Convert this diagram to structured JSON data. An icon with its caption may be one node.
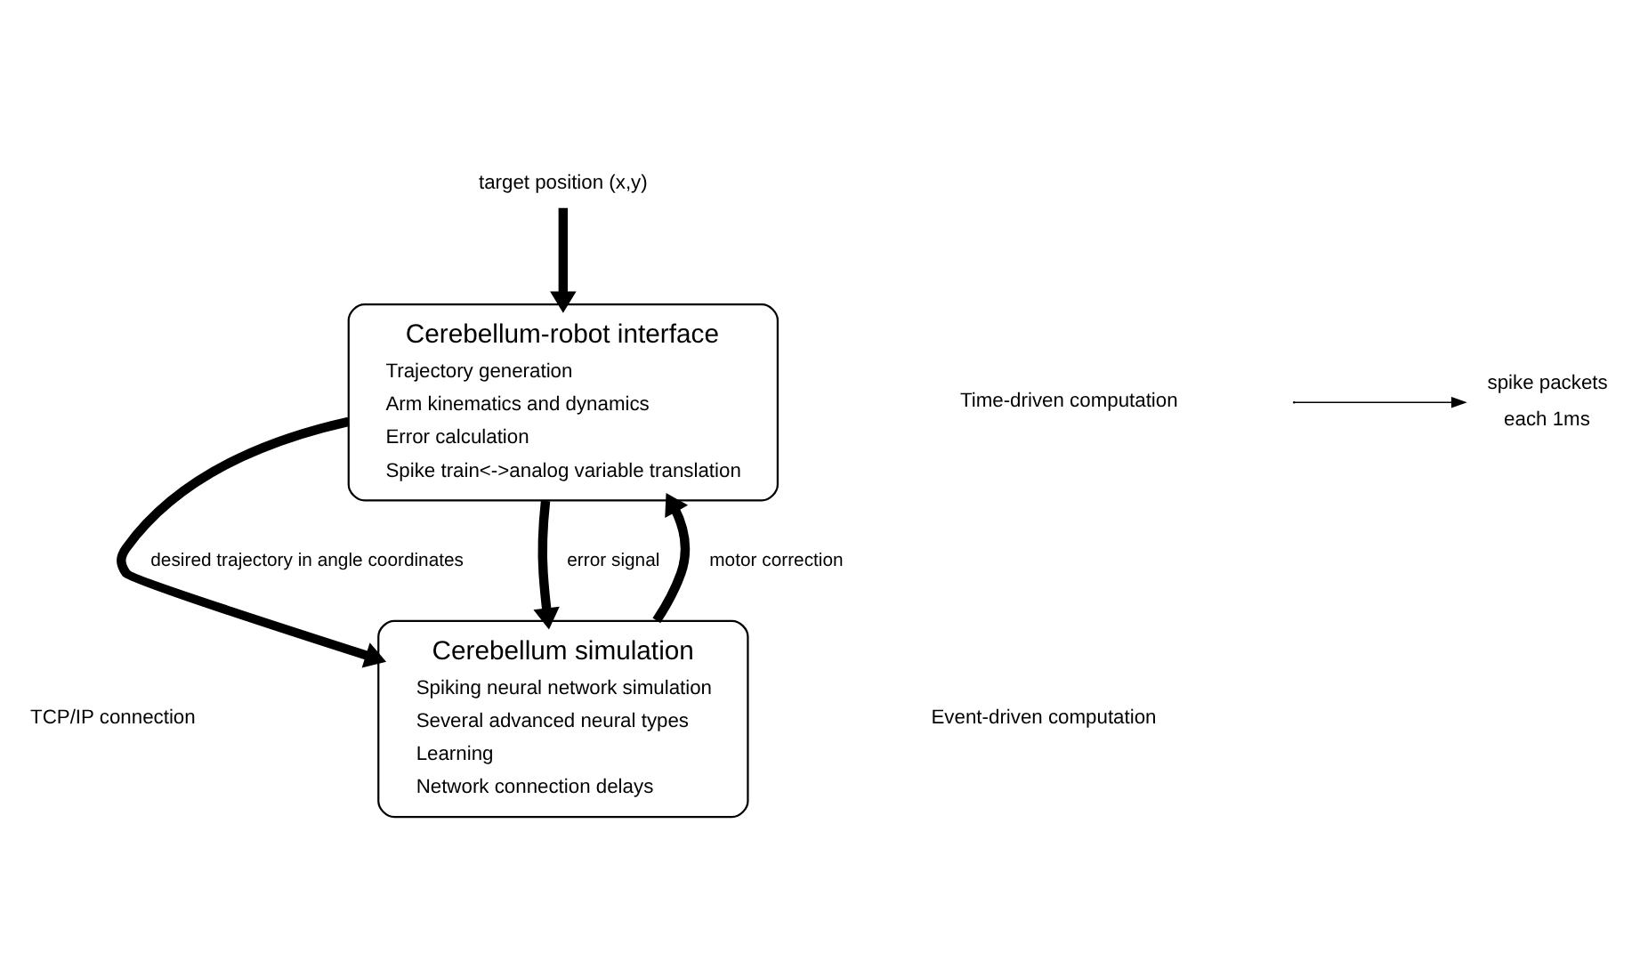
{
  "diagram": {
    "nodes": [
      {
        "text": [
          "target position (x,y)"
        ]
      },
      {
        "text": [
          "Cerebellum-robot interface",
          "Trajectory generation",
          "Arm kinematics and dynamics",
          "Error calculation",
          "Spike train<->analog variable translation"
        ]
      },
      {
        "text": [
          "Cerebellum simulation",
          "Spiking neural network simulation",
          "Several advanced neural types",
          "Learning",
          "Network connection delays"
        ]
      },
      {
        "text": [
          "spike packets",
          "each 1ms"
        ]
      }
    ],
    "edges": [
      {
        "from": 0,
        "to": 1,
        "arrow": "to"
      },
      {
        "from": 1,
        "to": 2,
        "arrow": "to",
        "label": "desired trajectory in angle coordinates"
      },
      {
        "from": 2,
        "to": 1,
        "arrow": "to",
        "label": "motor correction"
      },
      {
        "from": 1,
        "to": 2,
        "arrow": "to",
        "label": "error signal"
      },
      {
        "from": null,
        "to": 3,
        "arrow": "to"
      }
    ],
    "labels": [
      "TCP/IP connection",
      "Time-driven computation",
      "Event-driven computation"
    ]
  }
}
